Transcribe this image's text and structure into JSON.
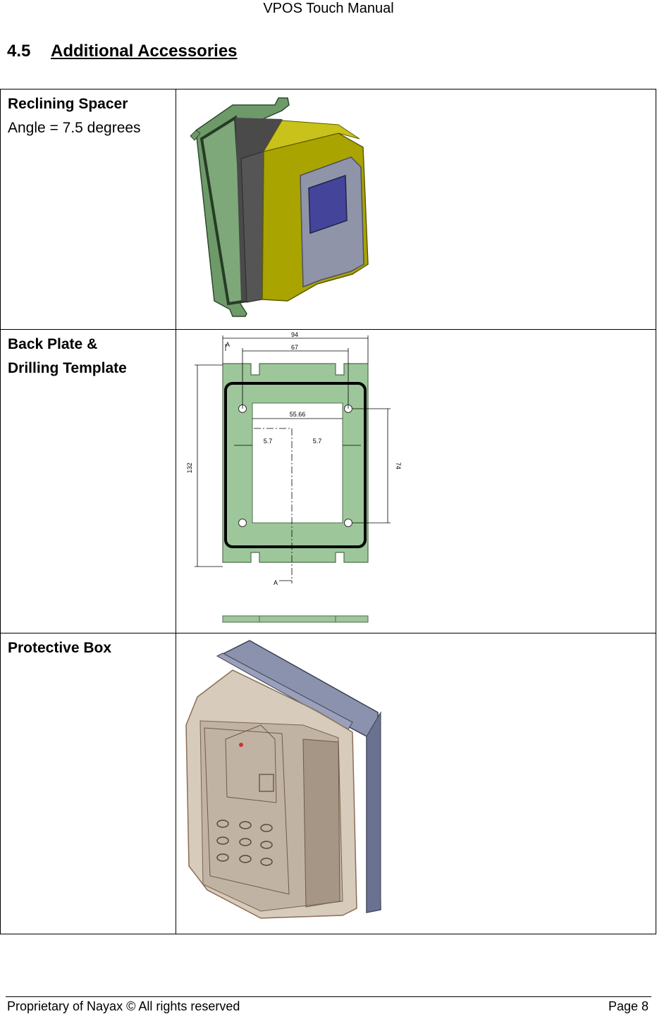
{
  "header": {
    "title": "VPOS Touch Manual"
  },
  "section": {
    "number": "4.5",
    "title": "Additional Accessories"
  },
  "rows": [
    {
      "title": "Reclining Spacer",
      "subtitle": "Angle = 7.5 degrees"
    },
    {
      "title_line1": "Back Plate &",
      "title_line2": "Drilling Template"
    },
    {
      "title": "Protective Box"
    }
  ],
  "drawing": {
    "dim_94": "94",
    "dim_67": "67",
    "dim_5566": "55.66",
    "dim_57_left": "5.7",
    "dim_57_right": "5.7",
    "dim_132": "132",
    "dim_74": "74",
    "section_a": "A"
  },
  "colors": {
    "plate_green": "#9dc79a",
    "spacer_green": "#6e9a6a",
    "yellow_body": "#a9a400",
    "screen_blue": "#44449a",
    "gasket_dark": "#4a4a4a",
    "box_frame": "#8b92ad",
    "box_body": "#c9b9a6"
  },
  "footer": {
    "left": "Proprietary of Nayax © All rights reserved",
    "right": "Page 8"
  }
}
